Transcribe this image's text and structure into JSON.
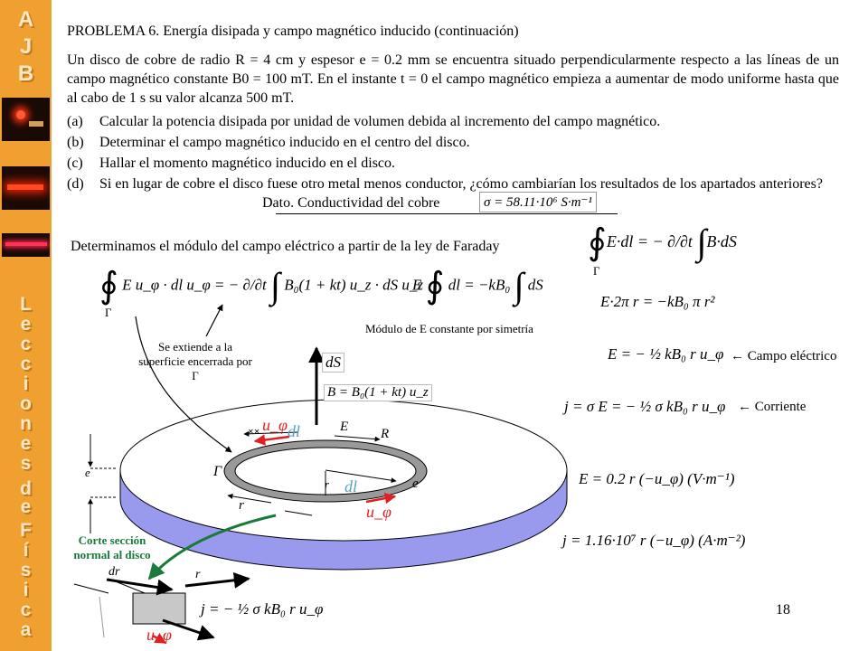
{
  "sidebar": {
    "letters_top": [
      "A",
      "J",
      "B"
    ],
    "letters_lecciones": [
      "L",
      "e",
      "c",
      "c",
      "i",
      "o",
      "n",
      "e",
      "s"
    ],
    "letters_de": [
      "d",
      "e"
    ],
    "letters_fisica": [
      "F",
      "í",
      "s",
      "i",
      "c",
      "a"
    ]
  },
  "problem": {
    "title": "PROBLEMA 6. Energía disipada y campo magnético inducido (continuación)",
    "statement": "Un disco de cobre de radio R = 4 cm y espesor e = 0.2 mm se encuentra situado perpendicularmente respecto a las líneas de un campo magnético constante B0 = 100 mT. En el instante t = 0 el campo magnético empieza a aumentar de modo uniforme hasta que al cabo de 1 s su valor alcanza 500 mT.",
    "items": [
      {
        "label": "(a)",
        "text": "Calcular la potencia disipada por unidad de volumen debida al incremento del campo magnético."
      },
      {
        "label": "(b)",
        "text": "Determinar el campo magnético inducido en el centro del disco."
      },
      {
        "label": "(c)",
        "text": "Hallar el momento magnético inducido en el disco."
      },
      {
        "label": "(d)",
        "text": "Si en lugar de cobre el disco fuese otro metal menos conductor, ¿cómo cambiarían los resultados de los apartados anteriores?"
      }
    ],
    "dato_label": "Dato. Conductividad del cobre",
    "dato_formula": "σ = 58.11·10⁶ S·m⁻¹"
  },
  "solution": {
    "intro": "Determinamos el módulo del campo eléctrico a partir de la ley de Faraday",
    "note_surface": "Se extiende a la superficie encerrada por Γ",
    "note_modulo": "Módulo de E constante por simetría",
    "label_campo": "← Campo eléctrico",
    "label_corriente": "← Corriente",
    "section_caption": "Corte sección normal al disco",
    "page_number": "18"
  },
  "equations": {
    "faraday_rhs": "= − ∂/∂t",
    "eq1_lhs": "E u_φ · dl u_φ = −",
    "eq1_rhs": "B₀(1 + kt) u_z · dS u_z",
    "eq2": "= −kB₀",
    "eq3": "E·2π r = −kB₀ π r²",
    "eq4": "E = − ½ kB₀ r u_φ",
    "eq5": "j = σ E = − ½ σ kB₀ r u_φ",
    "eq6": "E = 0.2 r (−u_φ) (V·m⁻¹)",
    "eq7": "j = 1.16·10⁷ r (−u_φ) (A·m⁻²)",
    "eq8": "j = − ½ σ kB₀ r u_φ"
  },
  "diagram": {
    "dS": "dS",
    "B_field": "B = B₀(1 + kt) u_z",
    "u_phi": "u_φ",
    "dl": "dl",
    "E": "E",
    "R": "R",
    "r": "r",
    "e": "e",
    "gamma": "Γ",
    "dr": "dr"
  }
}
